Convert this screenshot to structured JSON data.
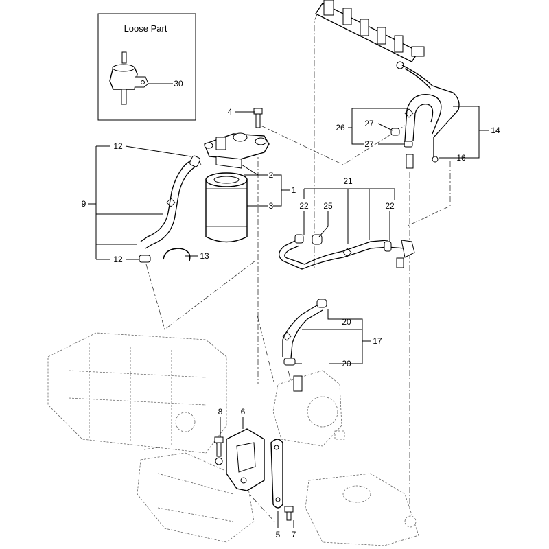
{
  "loose_part_box": {
    "title": "Loose Part"
  },
  "callouts": [
    {
      "id": "c30",
      "label": "30"
    },
    {
      "id": "c4",
      "label": "4"
    },
    {
      "id": "c12a",
      "label": "12"
    },
    {
      "id": "c9",
      "label": "9"
    },
    {
      "id": "c2",
      "label": "2"
    },
    {
      "id": "c1",
      "label": "1"
    },
    {
      "id": "c3",
      "label": "3"
    },
    {
      "id": "c12b",
      "label": "12"
    },
    {
      "id": "c13",
      "label": "13"
    },
    {
      "id": "c26",
      "label": "26"
    },
    {
      "id": "c27a",
      "label": "27"
    },
    {
      "id": "c27b",
      "label": "27"
    },
    {
      "id": "c14",
      "label": "14"
    },
    {
      "id": "c16",
      "label": "16"
    },
    {
      "id": "c21",
      "label": "21"
    },
    {
      "id": "c22a",
      "label": "22"
    },
    {
      "id": "c25",
      "label": "25"
    },
    {
      "id": "c22b",
      "label": "22"
    },
    {
      "id": "c20a",
      "label": "20"
    },
    {
      "id": "c17",
      "label": "17"
    },
    {
      "id": "c20b",
      "label": "20"
    },
    {
      "id": "c8",
      "label": "8"
    },
    {
      "id": "c6",
      "label": "6"
    },
    {
      "id": "c5",
      "label": "5"
    },
    {
      "id": "c7",
      "label": "7"
    }
  ]
}
